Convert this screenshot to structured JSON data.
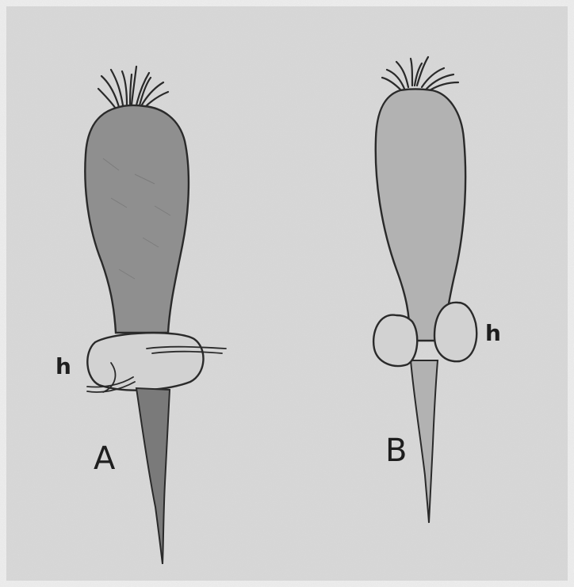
{
  "figure": {
    "label_a": "A",
    "label_b": "B",
    "label_h_left": "h",
    "label_h_right": "h"
  },
  "colors": {
    "paper": "#d9d9d9",
    "border": "#eeeeee",
    "outline": "#2a2a2a",
    "root_a_fill": "#8f8f8f",
    "root_a_tail": "#7a7a7a",
    "root_b_fill": "#b2b2b2",
    "swelling_fill": "#d2d2d2"
  }
}
